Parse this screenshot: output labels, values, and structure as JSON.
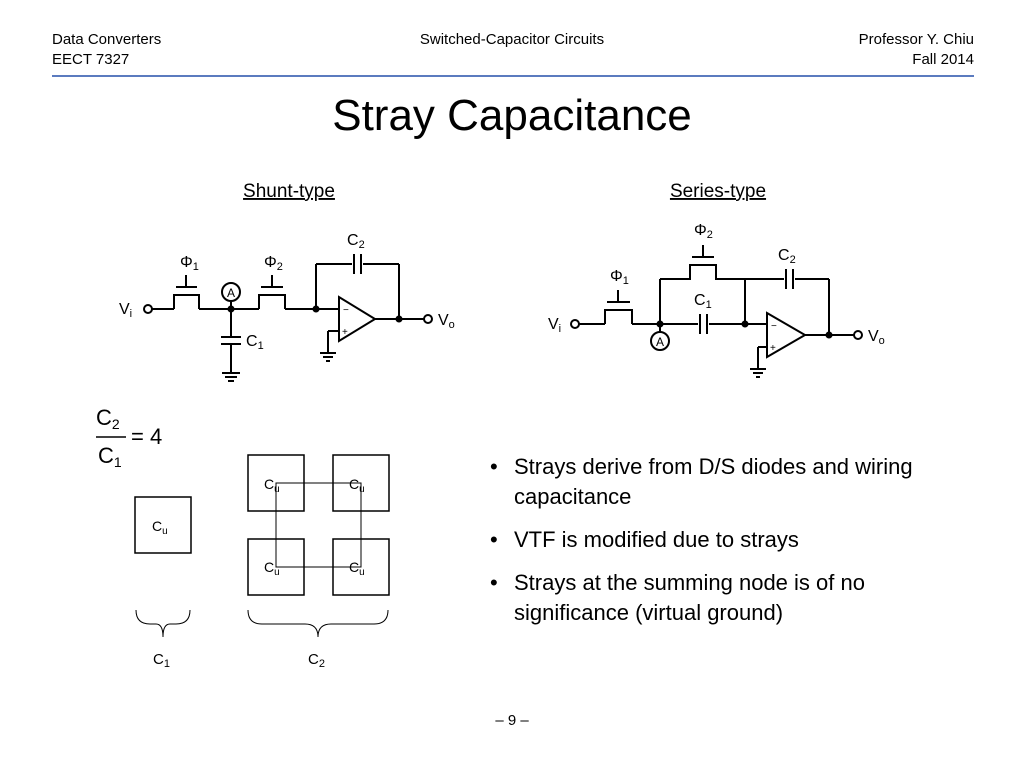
{
  "header": {
    "course": "Data Converters",
    "code": "EECT 7327",
    "topic": "Switched-Capacitor Circuits",
    "professor": "Professor Y. Chiu",
    "term": "Fall 2014"
  },
  "title": "Stray Capacitance",
  "diagrams": {
    "shunt": {
      "heading": "Shunt-type",
      "phi": "Φ",
      "phi1_sub": "1",
      "phi2_sub": "2",
      "cap": "C",
      "c1_sub": "1",
      "c2_sub": "2",
      "node": "A",
      "vin": "V",
      "vin_sub": "i",
      "vout": "V",
      "vout_sub": "o",
      "minus": "−",
      "plus": "+"
    },
    "series": {
      "heading": "Series-type",
      "phi": "Φ",
      "phi1_sub": "1",
      "phi2_sub": "2",
      "cap": "C",
      "c1_sub": "1",
      "c2_sub": "2",
      "node": "A",
      "vin": "V",
      "vin_sub": "i",
      "vout": "V",
      "vout_sub": "o",
      "minus": "−",
      "plus": "+"
    }
  },
  "ratio": {
    "num": "C",
    "num_sub": "2",
    "den": "C",
    "den_sub": "1",
    "rhs": "= 4"
  },
  "layout_units": {
    "unit": "C",
    "unit_sub": "u",
    "c1_label": "C",
    "c1_sub": "1",
    "c2_label": "C",
    "c2_sub": "2"
  },
  "bullets": [
    "Strays derive from D/S diodes and wiring capacitance",
    "VTF is modified due to strays",
    "Strays at the summing node is of no significance (virtual ground)"
  ],
  "footer": "– 9 –"
}
